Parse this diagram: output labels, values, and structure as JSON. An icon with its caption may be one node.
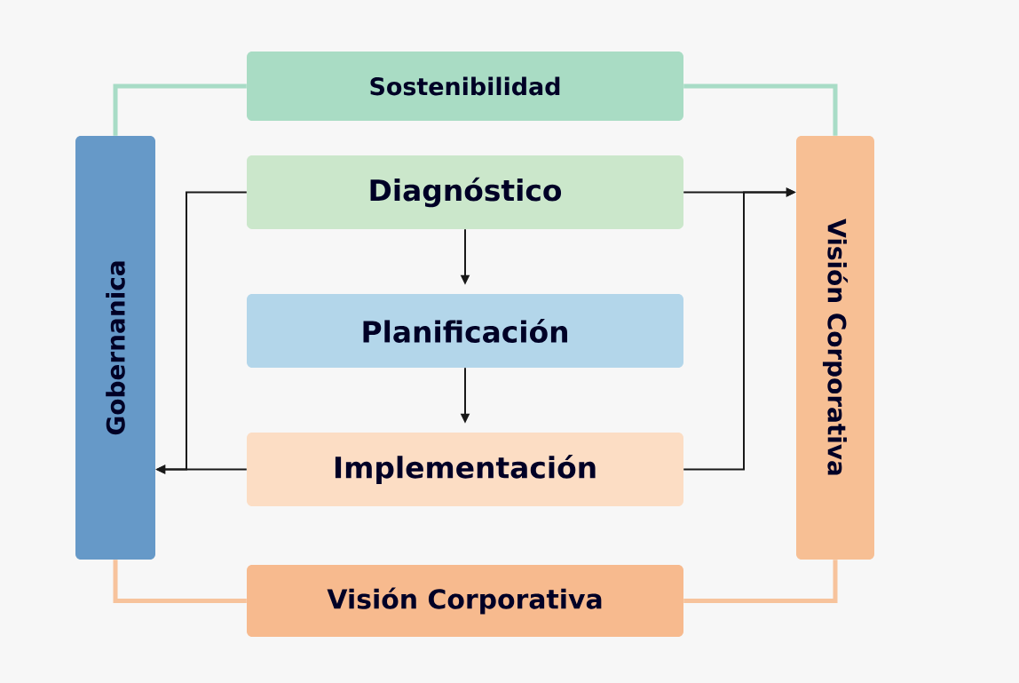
{
  "diagram": {
    "nodes": [
      {
        "text": [
          "Sostenibilidad"
        ]
      },
      {
        "text": [
          "Gobernanica"
        ]
      },
      {
        "text": [
          "Diagnóstico"
        ]
      },
      {
        "text": [
          "Planificación"
        ]
      },
      {
        "text": [
          "Implementación"
        ]
      },
      {
        "text": [
          "Visión Corporativa"
        ]
      },
      {
        "text": [
          "Visión Corporativa"
        ]
      }
    ],
    "edges": [
      {
        "from": 0,
        "to": 1,
        "arrow": "none",
        "style": "thick",
        "color": "#a8dcc6"
      },
      {
        "from": 0,
        "to": 5,
        "arrow": "none",
        "style": "thick",
        "color": "#a8dcc6"
      },
      {
        "from": 2,
        "to": 3,
        "arrow": "to"
      },
      {
        "from": 3,
        "to": 4,
        "arrow": "to"
      },
      {
        "from": 2,
        "to": 1,
        "arrow": "to"
      },
      {
        "from": 4,
        "to": 1,
        "arrow": "to"
      },
      {
        "from": 2,
        "to": 5,
        "arrow": "to"
      },
      {
        "from": 4,
        "to": 5,
        "arrow": "to"
      },
      {
        "from": 6,
        "to": 1,
        "arrow": "none",
        "style": "thick",
        "color": "#f7c39c"
      },
      {
        "from": 6,
        "to": 5,
        "arrow": "none",
        "style": "thick",
        "color": "#f7c39c"
      }
    ]
  }
}
